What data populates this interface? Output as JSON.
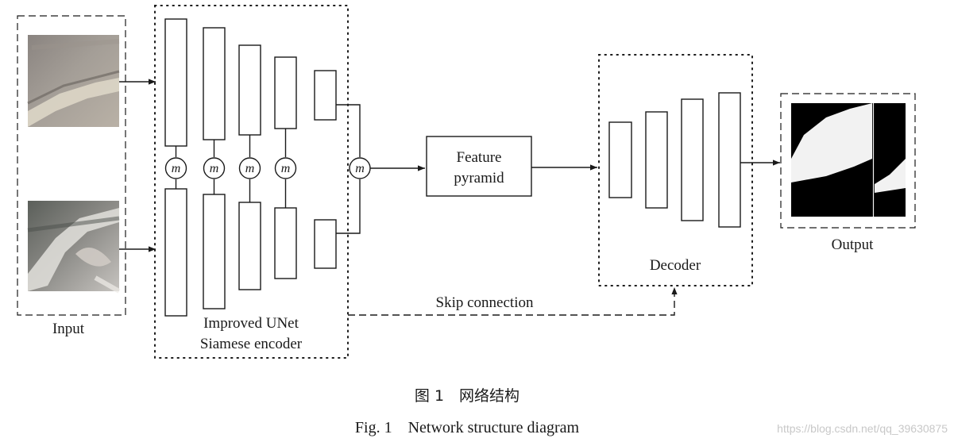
{
  "labels": {
    "input": "Input",
    "encoder_line1": "Improved UNet",
    "encoder_line2": "Siamese encoder",
    "merge_symbol": "m",
    "feature_line1": "Feature",
    "feature_line2": "pyramid",
    "decoder": "Decoder",
    "output": "Output",
    "skip": "Skip connection"
  },
  "caption": {
    "chinese": "图 1　网络结构",
    "english": "Fig. 1　Network structure diagram"
  },
  "watermark": "https://blog.csdn.net/qq_39630875",
  "colors": {
    "line": "#1a1a1a",
    "output_white": "#f2f2f2",
    "output_black": "#000000"
  }
}
